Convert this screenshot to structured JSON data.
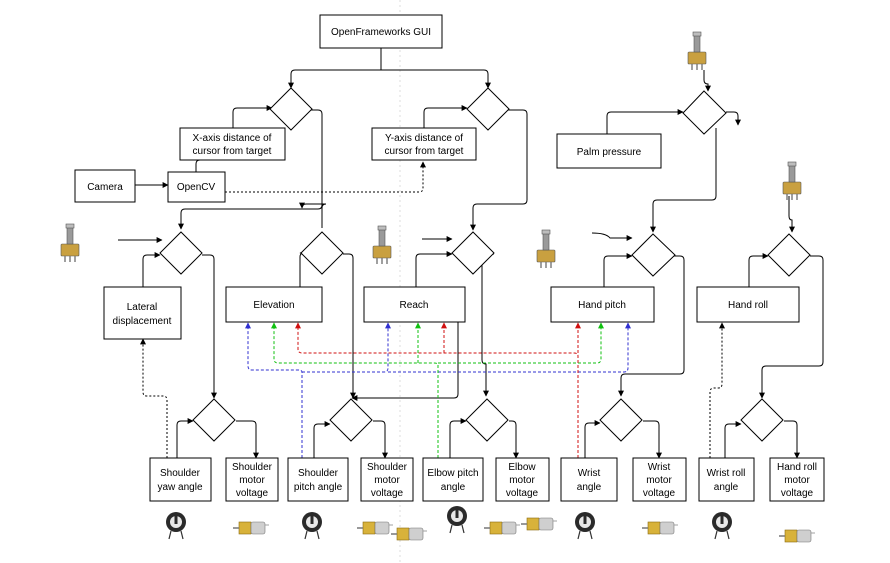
{
  "nodes": {
    "gui": "OpenFrameworks GUI",
    "x_dist": [
      "X-axis distance of",
      "cursor from target"
    ],
    "y_dist": [
      "Y-axis distance of",
      "cursor from target"
    ],
    "camera": "Camera",
    "opencv": "OpenCV",
    "palm": "Palm pressure",
    "lateral": [
      "Lateral",
      "displacement"
    ],
    "elevation": "Elevation",
    "reach": "Reach",
    "hand_pitch": "Hand pitch",
    "hand_roll": "Hand roll",
    "shoulder_yaw": [
      "Shoulder",
      "yaw angle"
    ],
    "shoulder_motor_v1": [
      "Shoulder",
      "motor",
      "voltage"
    ],
    "shoulder_pitch": [
      "Shoulder",
      "pitch angle"
    ],
    "shoulder_motor_v2": [
      "Shoulder",
      "motor",
      "voltage"
    ],
    "elbow_pitch": [
      "Elbow pitch",
      "angle"
    ],
    "elbow_motor_v": [
      "Elbow",
      "motor",
      "voltage"
    ],
    "wrist_angle": [
      "Wrist",
      "angle"
    ],
    "wrist_motor_v": [
      "Wrist",
      "motor",
      "voltage"
    ],
    "wrist_roll": [
      "Wrist roll",
      "angle"
    ],
    "hand_roll_motor_v": [
      "Hand roll",
      "motor",
      "voltage"
    ]
  },
  "colors": {
    "blue": "#3030d0",
    "green": "#10c010",
    "red": "#d01010"
  },
  "icons": [
    "potentiometer-icon",
    "servo-pot-icon",
    "gear-motor-icon"
  ]
}
